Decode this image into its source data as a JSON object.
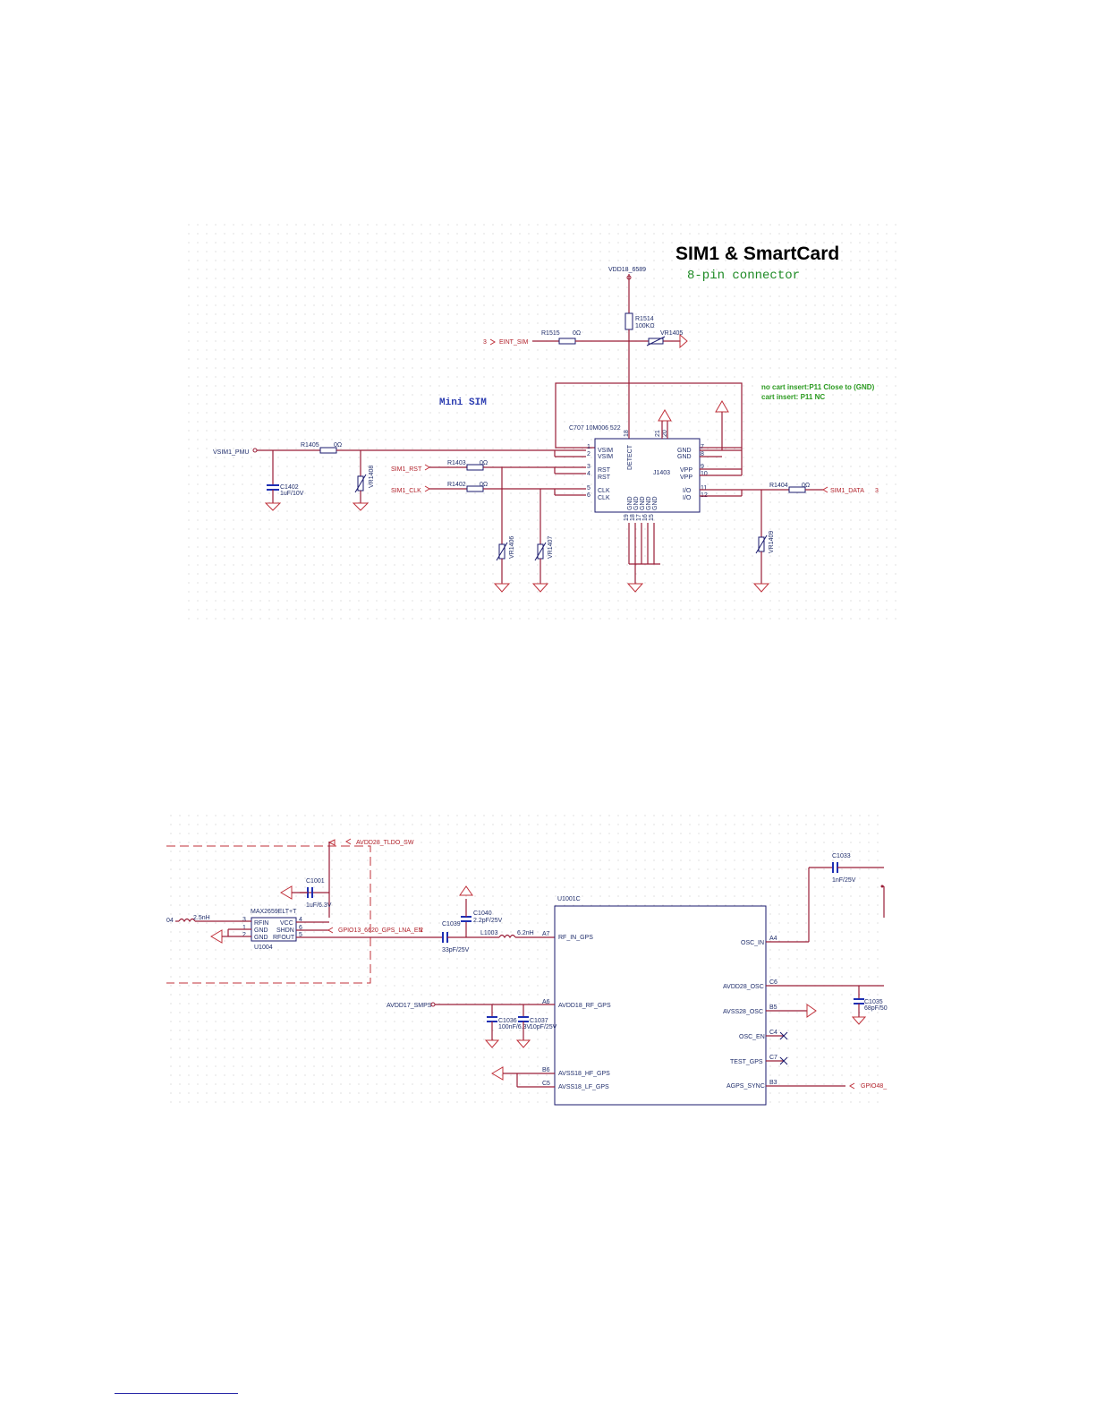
{
  "sim": {
    "title": "SIM1 & SmartCard",
    "subtitle": "8-pin connector",
    "mini_sim": "Mini SIM",
    "note_line1": "no cart insert:P11 Close to (GND)",
    "note_line2": "cart insert: P11 NC",
    "part_number": "C707 10M006 522",
    "connector_ref": "J1403",
    "vdd_label": "VDD18_6589",
    "r1514_ref": "R1514",
    "r1514_val": "100KΩ",
    "vr1405": "VR1405",
    "eint_sheet": "3",
    "eint_net": "EINT_SIM",
    "r1515_ref": "R1515",
    "r1515_val": "0Ω",
    "vsim_net": "VSIM1_PMU",
    "r1405_ref": "R1405",
    "r1405_val": "0Ω",
    "c1402_ref": "C1402",
    "c1402_val": "1uF/10V",
    "vr1408": "VR1408",
    "sim_rst": "SIM1_RST",
    "r1403_ref": "R1403",
    "r1403_val": "0Ω",
    "sim_clk": "SIM1_CLK",
    "r1402_ref": "R1402",
    "r1402_val": "0Ω",
    "vr1406": "VR1406",
    "vr1407": "VR1407",
    "r1404_ref": "R1404",
    "r1404_val": "0Ω",
    "sim_data": "SIM1_DATA",
    "data_sheet": "3",
    "vr1409": "VR1409",
    "pins_left": [
      {
        "num": "1",
        "name": "VSIM"
      },
      {
        "num": "2",
        "name": "VSIM"
      },
      {
        "num": "3",
        "name": "RST"
      },
      {
        "num": "4",
        "name": "RST"
      },
      {
        "num": "5",
        "name": "CLK"
      },
      {
        "num": "6",
        "name": "CLK"
      }
    ],
    "pins_right": [
      {
        "num": "7",
        "name": "GND"
      },
      {
        "num": "8",
        "name": "GND"
      },
      {
        "num": "9",
        "name": "VPP"
      },
      {
        "num": "10",
        "name": "VPP"
      },
      {
        "num": "11",
        "name": "I/O"
      },
      {
        "num": "12",
        "name": "I/O"
      }
    ],
    "detect_label": "DETECT",
    "detect_pin": "18",
    "top_pins": [
      "21",
      "20"
    ],
    "top_gnd": [
      "GND",
      "GND"
    ],
    "bottom_gnd": [
      "GND",
      "GND",
      "GND",
      "GND",
      "GND"
    ],
    "bottom_pins": [
      "19",
      "18",
      "17",
      "16",
      "15"
    ]
  },
  "gps": {
    "avdd28_tldo": "AVDD28_TLDO_SW",
    "c1001_ref": "C1001",
    "c1001_val": "1uF/6.3V",
    "lna_part": "MAX2659ELT+T",
    "lna_ref": "U1004",
    "lna_left_pins": [
      "RFIN",
      "GND",
      "GND"
    ],
    "lna_left_nums": [
      "3",
      "1",
      "2"
    ],
    "lna_right_pins": [
      "VCC",
      "SHDN",
      "RFOUT"
    ],
    "lna_right_nums": [
      "4",
      "6",
      "5"
    ],
    "in_net": "04",
    "l_in_val": "2.5nH",
    "gpio_lna": "GPIO13_6620_GPS_LNA_EN",
    "gpio_sheet": "2",
    "c1039_ref": "C1039",
    "c1039_val": "33pF/25V",
    "c1040_ref": "C1040",
    "c1040_val": "2.2pF/25V",
    "l1003_ref": "L1003",
    "l1003_val": "6.2nH",
    "avdd17": "AVDD17_SMPS",
    "c1036_ref": "C1036",
    "c1036_val": "100nF/6.3V",
    "c1037_ref": "C1037",
    "c1037_val": "10pF/25V",
    "chip_ref": "U1001C",
    "chip_left": [
      {
        "pin": "A7",
        "name": "RF_IN_GPS"
      },
      {
        "pin": "A6",
        "name": "AVDD18_RF_GPS"
      },
      {
        "pin": "B6",
        "name": "AVSS18_HF_GPS"
      },
      {
        "pin": "C5",
        "name": "AVSS18_LF_GPS"
      }
    ],
    "chip_right": [
      {
        "pin": "A4",
        "name": "OSC_IN"
      },
      {
        "pin": "C6",
        "name": "AVDD28_OSC"
      },
      {
        "pin": "B5",
        "name": "AVSS28_OSC"
      },
      {
        "pin": "C4",
        "name": "OSC_EN"
      },
      {
        "pin": "C7",
        "name": "TEST_GPS"
      },
      {
        "pin": "B3",
        "name": "AGPS_SYNC"
      }
    ],
    "c1033_ref": "C1033",
    "c1033_val": "1nF/25V",
    "c1035_ref": "C1035",
    "c1035_val": "68pF/50",
    "gpio_sync": "GPIO48_"
  },
  "colors": {
    "wire": "#9a1d37",
    "symbol": "#1a1a6e",
    "net_label": "#b2222b",
    "cap": "#1e2fb3",
    "title": "#000000",
    "subtitle": "#1d8a24",
    "note": "#2a9a1f",
    "mini_sim": "#2a3bb0"
  }
}
